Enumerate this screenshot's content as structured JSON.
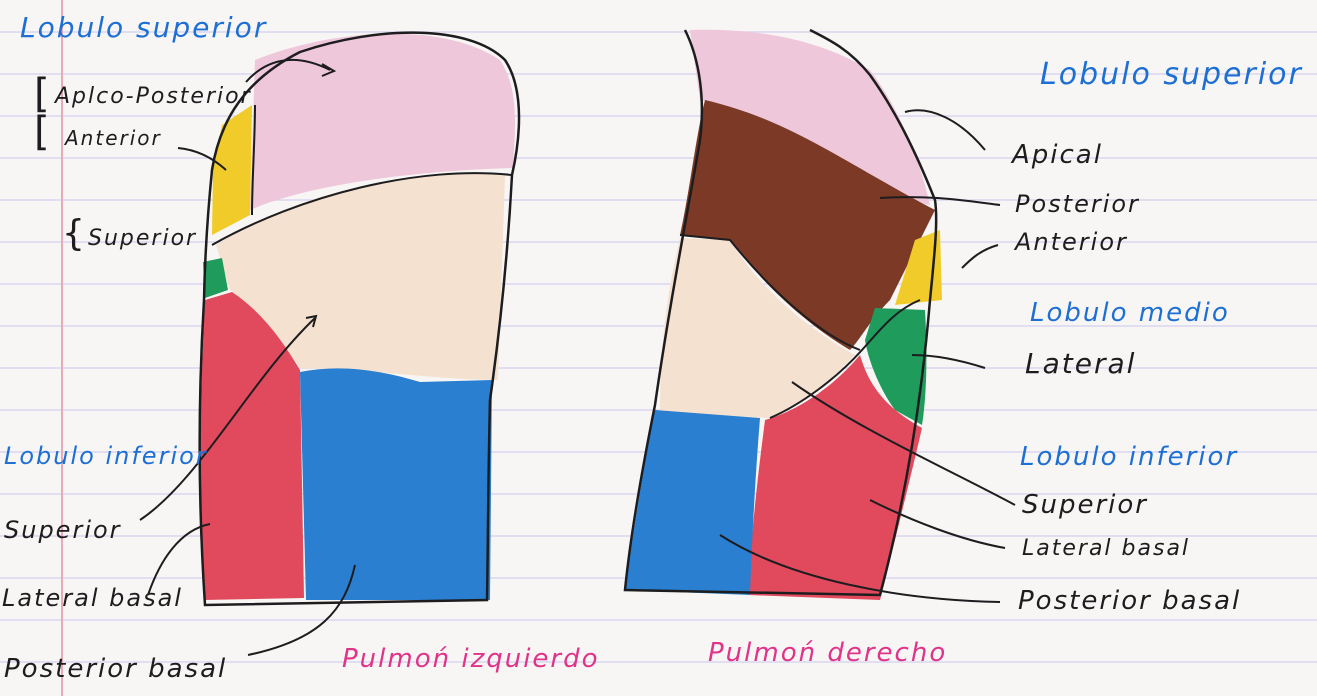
{
  "colors": {
    "paper": "#f7f6f4",
    "ruled_line": "#d9d6ee",
    "margin_line": "#e8a9b8",
    "heading_blue": "#1d6fd4",
    "caption_pink": "#e0338a",
    "ink": "#1d1d1f",
    "segment_pink": "#efc7da",
    "segment_peach": "#f5e1cf",
    "segment_yellow": "#f1cb2a",
    "segment_green": "#1f9c5c",
    "segment_red": "#e14a5c",
    "segment_blue": "#2a7fd0",
    "segment_brown": "#7c3a26"
  },
  "left_lung": {
    "caption": "Pulmoń izquierdo",
    "lobe_superior": "Lobulo superior",
    "apico_posterior": "Aplco-Posterior",
    "anterior": "Anterior",
    "lingula_superior": "Superior",
    "lobe_inferior": "Lobulo inferior",
    "superior": "Superior",
    "lateral_basal": "Lateral basal",
    "posterior_basal": "Posterior basal"
  },
  "right_lung": {
    "caption": "Pulmoń derecho",
    "lobe_superior": "Lobulo superior",
    "apical": "Apical",
    "posterior": "Posterior",
    "anterior": "Anterior",
    "lobe_middle": "Lobulo medio",
    "lateral": "Lateral",
    "lobe_inferior": "Lobulo inferior",
    "superior": "Superior",
    "lateral_basal": "Lateral basal",
    "posterior_basal": "Posterior basal"
  }
}
